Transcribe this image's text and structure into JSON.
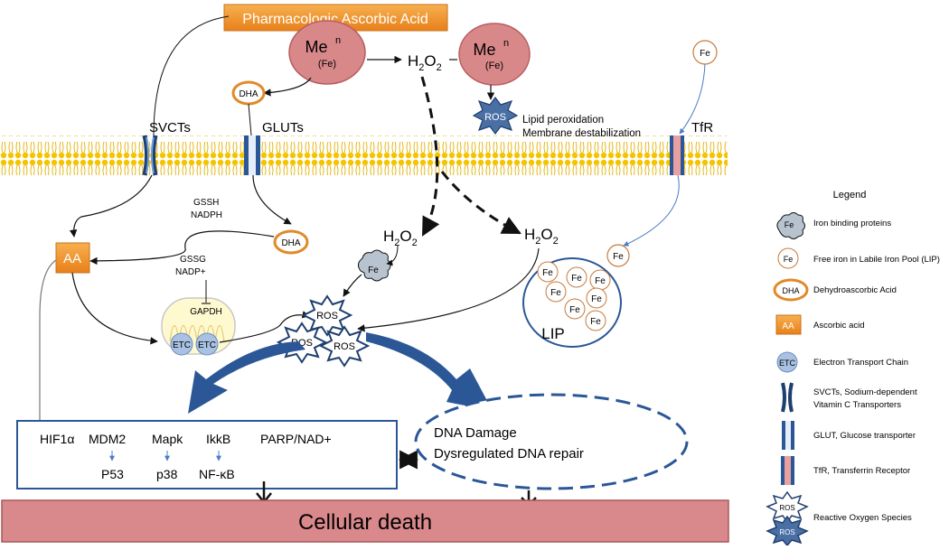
{
  "top_box": {
    "label": "Pharmacologic Ascorbic Acid"
  },
  "metal": {
    "main": "Me",
    "sup": "n",
    "sub": "(Fe)"
  },
  "h2o2": {
    "h": "H",
    "two": "2",
    "o": "O",
    "two2": "2"
  },
  "transporters": {
    "svct": "SVCTs",
    "glut": "GLUTs",
    "tfr": "TfR"
  },
  "ros_effects": {
    "line1": "Lipid peroxidation",
    "line2": "Membrane destabilization"
  },
  "labels": {
    "dha": "DHA",
    "aa": "AA",
    "fe": "Fe",
    "ros": "ROS",
    "gssh": "GSSH",
    "nadph": "NADPH",
    "gssg": "GSSG",
    "nadp": "NADP+",
    "gapdh": "GAPDH",
    "etc": "ETC",
    "lip": "LIP"
  },
  "targets": {
    "hif": "HIF1α",
    "mdm2": "MDM2",
    "mapk": "Mapk",
    "ikkb": "IkkB",
    "parp": "PARP/NAD+",
    "p53": "P53",
    "p38": "p38",
    "nfkb": "NF-κB"
  },
  "dna": {
    "line1": "DNA Damage",
    "line2": "Dysregulated DNA repair"
  },
  "death": "Cellular death",
  "legend": {
    "title": "Legend",
    "items": [
      "Iron binding proteins",
      "Free iron in Labile Iron Pool (LIP)",
      "Dehydroascorbic Acid",
      "Ascorbic acid",
      "Electron Transport Chain",
      "SVCTs, Sodium-dependent",
      "Vitamin C Transporters",
      "GLUT, Glucose transporter",
      "TfR, Transferrin Receptor",
      "Reactive Oxygen Species"
    ]
  },
  "colors": {
    "orange": "#f0941f",
    "membrane": "#f5c400",
    "navy": "#2b5797",
    "ros_fill": "#4a6fa5",
    "death": "#d9898b",
    "dha_ring": "#e08a2a"
  }
}
